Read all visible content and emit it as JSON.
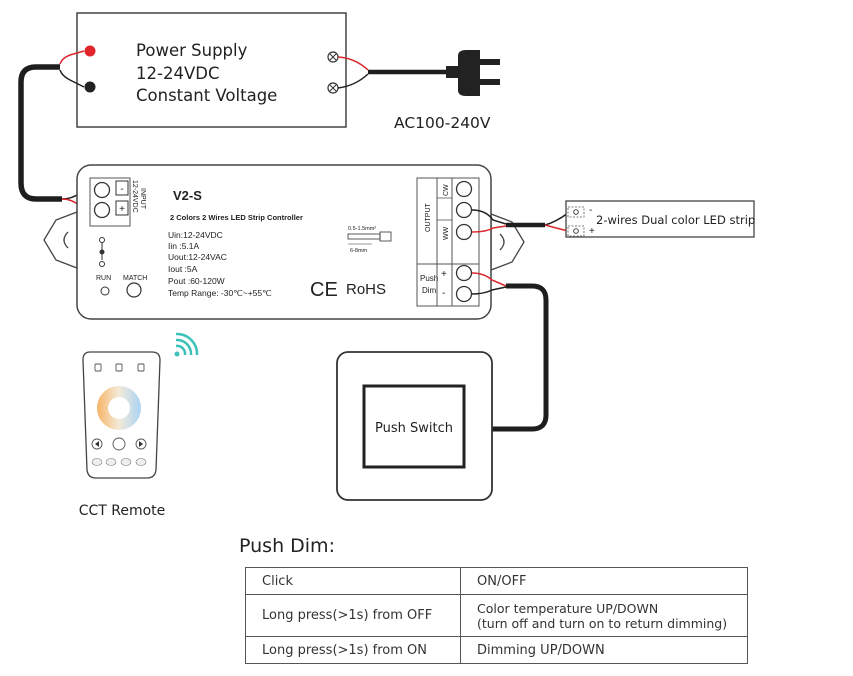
{
  "power_supply": {
    "line1": "Power Supply",
    "line2": "12-24VDC",
    "line3": "Constant Voltage"
  },
  "ac_label": "AC100-240V",
  "controller": {
    "model": "V2-S",
    "subtitle": "2 Colors 2 Wires LED Strip Controller",
    "specs": [
      "Uin:12-24VDC",
      "Iin :5.1A",
      "Uout:12-24VAC",
      "Iout :5A",
      "Pout :60-120W",
      "Temp Range: -30℃~+55℃"
    ],
    "input_label": "INPUT",
    "input_voltage": "12-24VDC",
    "minus": "-",
    "plus": "+",
    "run_label": "RUN",
    "match_label": "MATCH",
    "wire_gauge": "0.5-1.5mm²",
    "strip_length": "6-8mm",
    "ce_mark": "CE",
    "rohs": "RoHS",
    "output_label": "OUTPUT",
    "cw": "CW",
    "ww": "WW",
    "push_label": "Push",
    "dim_label": "Dim"
  },
  "led_strip": {
    "label": "2-wires Dual color LED strip",
    "minus": "-",
    "plus": "+"
  },
  "push_switch_label": "Push Switch",
  "remote_label": "CCT Remote",
  "push_dim": {
    "title": "Push Dim:",
    "rows": [
      {
        "action": "Click",
        "result": "ON/OFF",
        "note": ""
      },
      {
        "action": "Long press(>1s) from OFF",
        "result": "Color temperature UP/DOWN",
        "note": "(turn off and turn on to return dimming)"
      },
      {
        "action": "Long press(>1s) from ON",
        "result": "Dimming UP/DOWN",
        "note": ""
      }
    ]
  },
  "colors": {
    "wire_dark": "#1e1e1e",
    "wire_red": "#d9262b",
    "wifi_accent": "#3cc1b9",
    "outline": "#333333"
  }
}
